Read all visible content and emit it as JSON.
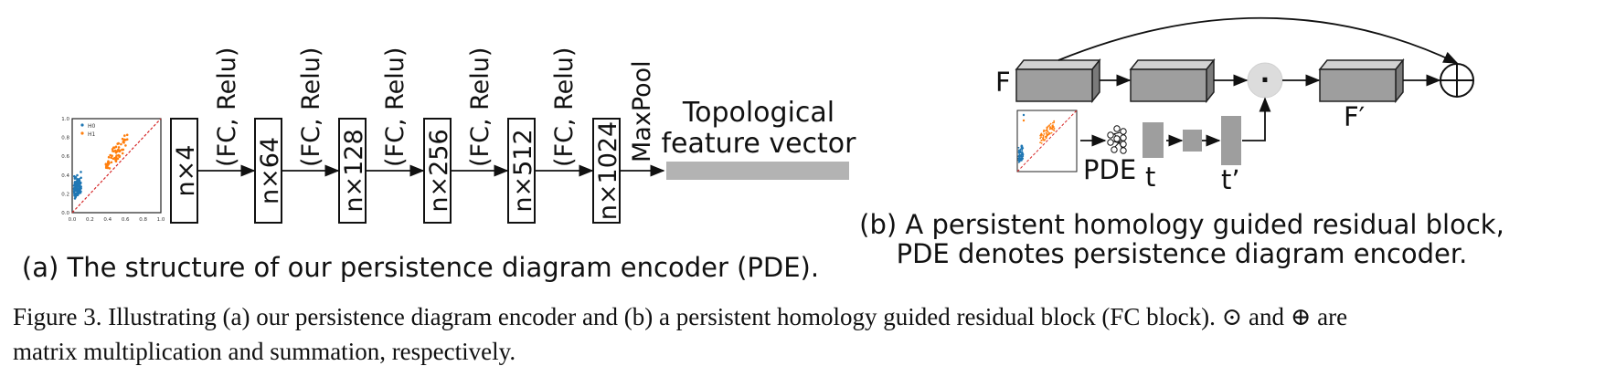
{
  "part_a": {
    "input_layer": "n×4",
    "layers": [
      "n×64",
      "n×128",
      "n×256",
      "n×512",
      "n×1024"
    ],
    "ops": [
      "(FC, Relu)",
      "(FC, Relu)",
      "(FC, Relu)",
      "(FC, Relu)",
      "(FC, Relu)",
      "MaxPool"
    ],
    "output_line1": "Topological",
    "output_line2": "feature vector",
    "caption": "(a) The structure of our persistence diagram encoder (PDE).",
    "plot_legend": [
      "H0",
      "H1"
    ],
    "plot_ticks": [
      "0.0",
      "0.2",
      "0.4",
      "0.6",
      "0.8",
      "1.0"
    ]
  },
  "part_b": {
    "label_F": "F",
    "label_F_prime": "F′",
    "label_PDE": "PDE",
    "label_t": "t",
    "label_t_prime": "t’",
    "multiply_symbol": "·",
    "caption_line1": "(b)  A persistent homology guided residual block,",
    "caption_line2": "PDE denotes persistence diagram encoder."
  },
  "figure_caption": {
    "part1": "Figure 3. Illustrating (a) our persistence diagram encoder and (b) a persistent homology guided residual block (FC block).",
    "and1": " and ",
    "are": " are",
    "line2": "matrix multiplication and summation, respectively."
  },
  "colors": {
    "h0": "#1f77b4",
    "h1": "#ff7f0e",
    "block": "#9e9e9e",
    "feature_bar": "#b3b3b3",
    "diagonal": "#d62728"
  }
}
